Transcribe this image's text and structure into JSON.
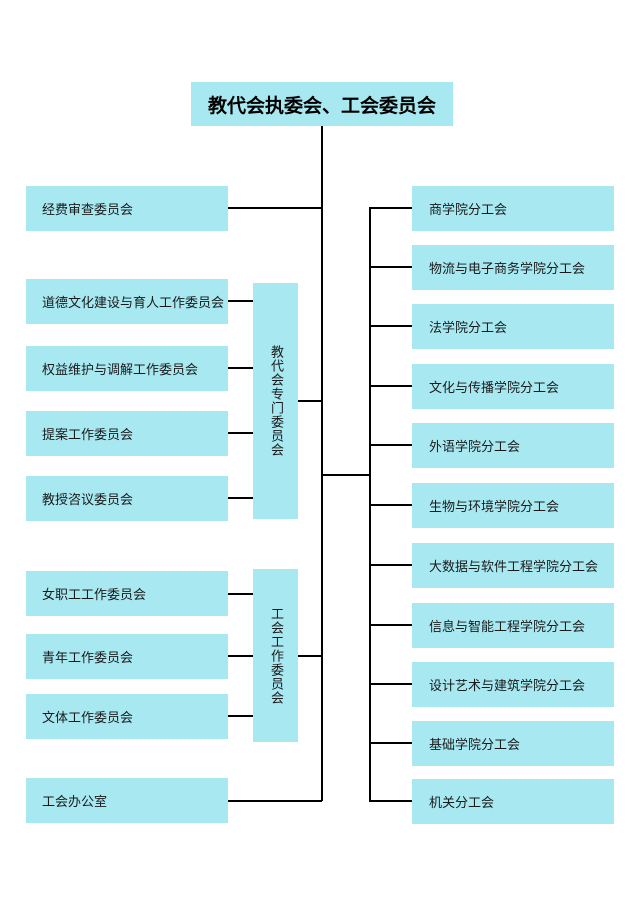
{
  "title": "教代会执委会、工会委员会",
  "left_items": [
    "经费审查委员会",
    "道德文化建设与育人工作委员会",
    "权益维护与调解工作委员会",
    "提案工作委员会",
    "教授咨议委员会",
    "女职工工作委员会",
    "青年工作委员会",
    "文体工作委员会",
    "工会办公室"
  ],
  "groups": [
    "教代会专门委员会",
    "工会工作委员会"
  ],
  "right_items": [
    "商学院分工会",
    "物流与电子商务学院分工会",
    "法学院分工会",
    "文化与传播学院分工会",
    "外语学院分工会",
    "生物与环境学院分工会",
    "大数据与软件工程学院分工会",
    "信息与智能工程学院分工会",
    "设计艺术与建筑学院分工会",
    "基础学院分工会",
    "机关分工会"
  ]
}
